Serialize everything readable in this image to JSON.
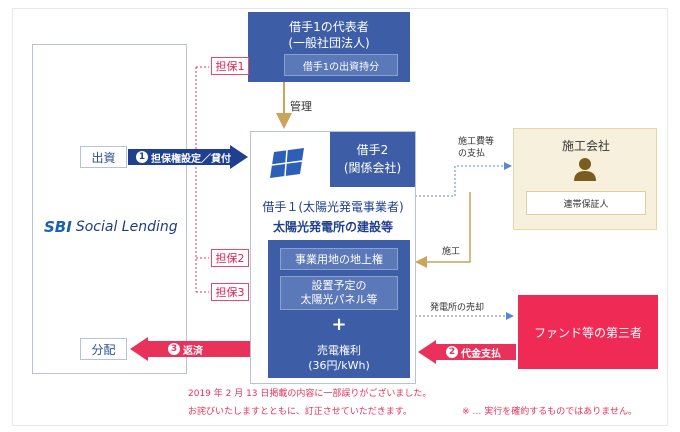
{
  "representative": {
    "title_line1": "借手1の代表者",
    "title_line2": "(一般社団法人)"
  },
  "collateral": [
    {
      "tag": "担保1",
      "label": "借手1の出資持分"
    },
    {
      "tag": "担保2",
      "label": "事業用地の地上権"
    },
    {
      "tag": "担保3",
      "label": "設置予定の\n太陽光パネル等"
    }
  ],
  "management_label": "管理",
  "lender": {
    "logo_mark": "SBI",
    "name": "Social Lending"
  },
  "investment_label": "出資",
  "distribution_label": "分配",
  "flows": [
    {
      "num": "1",
      "label": "担保権設定／貸付"
    },
    {
      "num": "2",
      "label": "代金支払"
    },
    {
      "num": "3",
      "label": "返済"
    }
  ],
  "borrower2": {
    "title_line1": "借手2",
    "title_line2": "(関係会社)"
  },
  "borrower1": {
    "title": "借手１(太陽光発電事業者)",
    "subtitle": "太陽光発電所の建設等"
  },
  "plus_sign": "+",
  "power_rights": {
    "line1": "売電権利",
    "line2": "(36円/kWh)"
  },
  "contractor": {
    "title": "施工会社",
    "guarantor": "連帯保証人"
  },
  "arrows_text": {
    "construction_fee": "施工費等\nの支払",
    "construction": "施工",
    "plant_sale": "発電所の売却"
  },
  "third_party": "ファンド等の第三者",
  "notice": {
    "line1": "2019 年 2 月 13 日掲載の内容に一部誤りがございました。",
    "line2": "お詫びいたしますとともに、訂正させていただきます。"
  },
  "disclaimer": "※ … 実行を確約するものではありません。",
  "colors": {
    "dark_blue": "#3d5ea6",
    "mid_blue": "#5b78b8",
    "red": "#e8325a",
    "gold": "#c9a45a",
    "dotted_blue": "#5d87c9"
  }
}
